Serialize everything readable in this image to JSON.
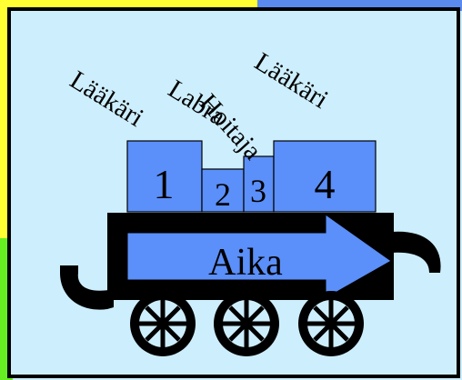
{
  "colors": {
    "panel_bg": "#cdeefc",
    "panel_border": "#000000",
    "left_strip_top": "#ffff33",
    "left_strip_bottom": "#66ee22",
    "right_strip_top": "#5a8aee",
    "bar_fill": "#5b8ff9",
    "train_body": "#000000",
    "arrow_fill": "#5b8ff9"
  },
  "train": {
    "wagons": [
      {
        "number": "1",
        "role": "Lääkäri"
      },
      {
        "number": "2",
        "role": "Labra"
      },
      {
        "number": "3",
        "role": "Hoitaja"
      },
      {
        "number": "4",
        "role": "Lääkäri"
      }
    ],
    "arrow_label": "Aika",
    "wheel_count": 3
  }
}
